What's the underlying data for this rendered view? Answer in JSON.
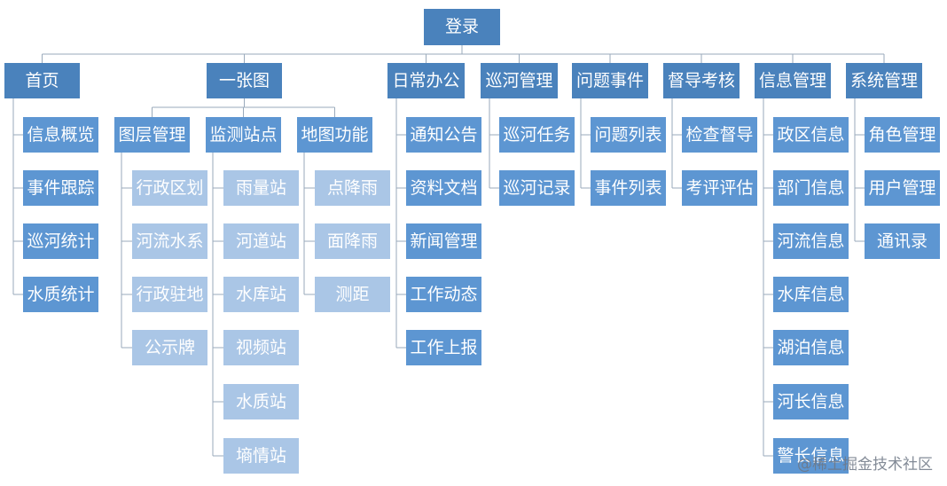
{
  "root": "登录",
  "top": [
    {
      "label": "首页",
      "items": [
        "信息概览",
        "事件跟踪",
        "巡河统计",
        "水质统计"
      ]
    },
    {
      "label": "一张图",
      "groups": [
        {
          "label": "图层管理",
          "items": [
            "行政区划",
            "河流水系",
            "行政驻地",
            "公示牌"
          ]
        },
        {
          "label": "监测站点",
          "items": [
            "雨量站",
            "河道站",
            "水库站",
            "视频站",
            "水质站",
            "墒情站"
          ]
        },
        {
          "label": "地图功能",
          "items": [
            "点降雨",
            "面降雨",
            "测距"
          ]
        }
      ]
    },
    {
      "label": "日常办公",
      "items": [
        "通知公告",
        "资料文档",
        "新闻管理",
        "工作动态",
        "工作上报"
      ]
    },
    {
      "label": "巡河管理",
      "items": [
        "巡河任务",
        "巡河记录"
      ]
    },
    {
      "label": "问题事件",
      "items": [
        "问题列表",
        "事件列表"
      ]
    },
    {
      "label": "督导考核",
      "items": [
        "检查督导",
        "考评评估"
      ]
    },
    {
      "label": "信息管理",
      "items": [
        "政区信息",
        "部门信息",
        "河流信息",
        "水库信息",
        "湖泊信息",
        "河长信息",
        "警长信息"
      ]
    },
    {
      "label": "系统管理",
      "items": [
        "角色管理",
        "用户管理",
        "通讯录"
      ]
    }
  ],
  "watermark": "@稀土掘金技术社区",
  "colors": {
    "level1": "#4a82bc",
    "level2": "#5d96d2",
    "level3": "#aac6e6",
    "line": "#9aaabb"
  }
}
